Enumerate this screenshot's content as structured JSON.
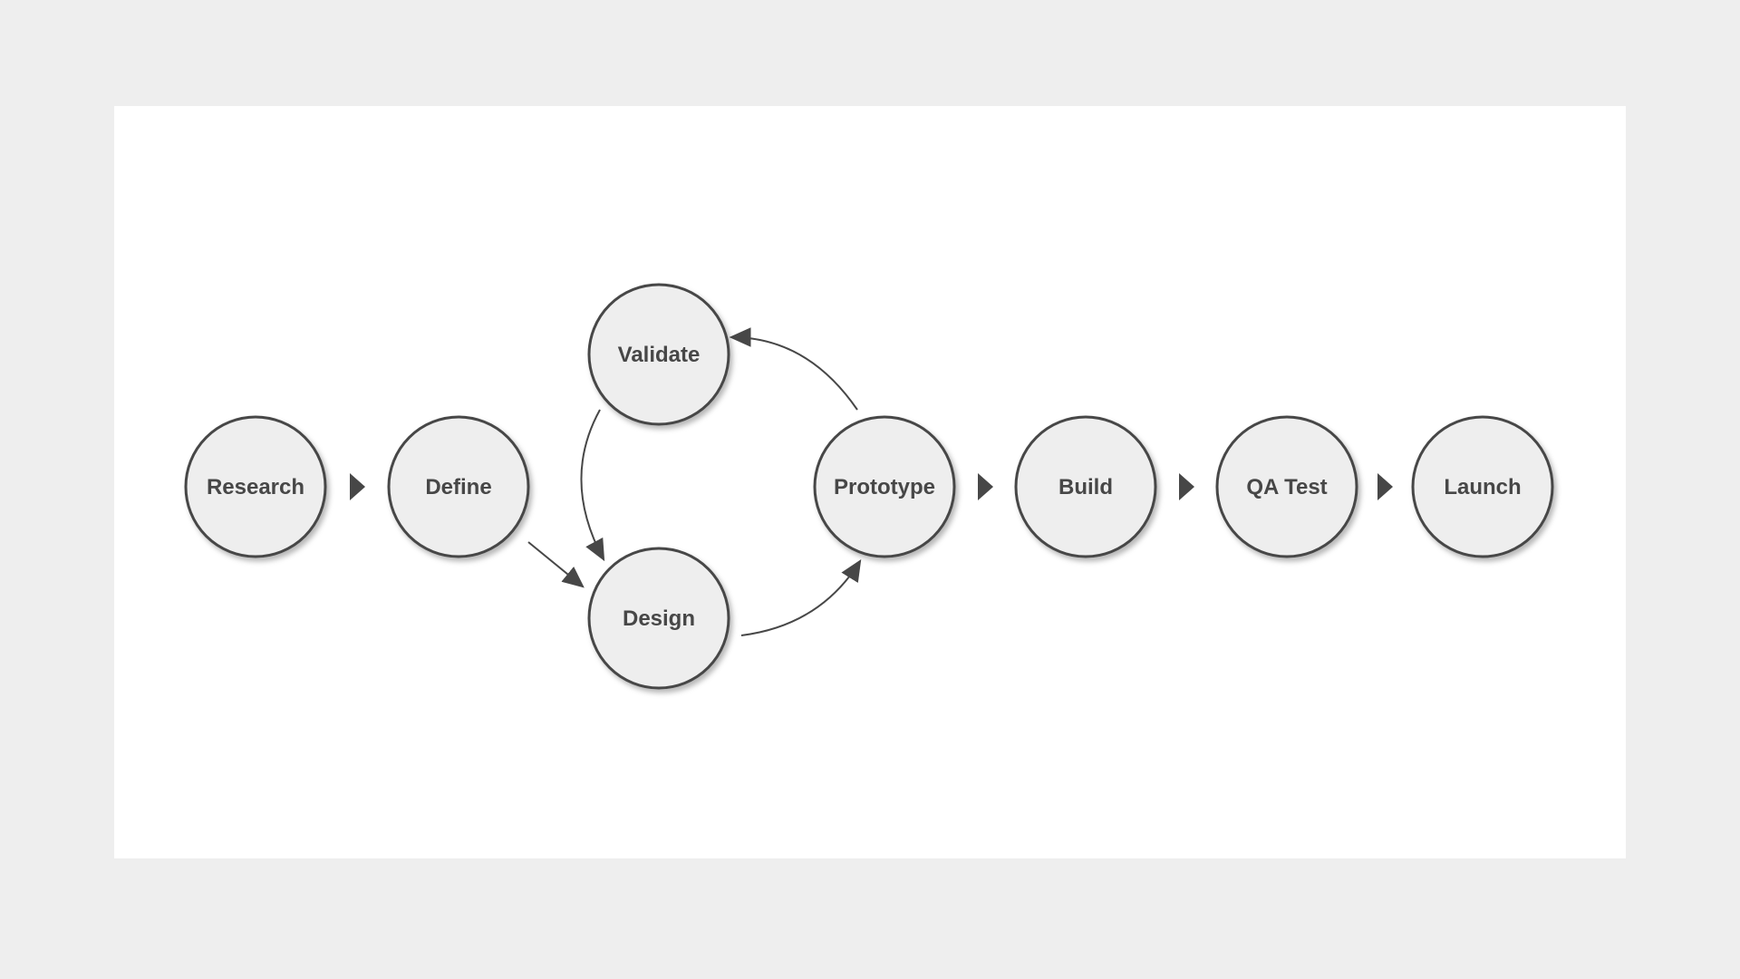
{
  "colors": {
    "page_background": "#eeeeee",
    "canvas_background": "#ffffff",
    "node_fill": "#eeeeee",
    "node_stroke": "#474747",
    "connector": "#474747",
    "text": "#474747"
  },
  "diagram": {
    "nodes": [
      {
        "id": "research",
        "label": "Research"
      },
      {
        "id": "define",
        "label": "Define"
      },
      {
        "id": "validate",
        "label": "Validate"
      },
      {
        "id": "design",
        "label": "Design"
      },
      {
        "id": "prototype",
        "label": "Prototype"
      },
      {
        "id": "build",
        "label": "Build"
      },
      {
        "id": "qa-test",
        "label": "QA Test"
      },
      {
        "id": "launch",
        "label": "Launch"
      }
    ],
    "edges": [
      {
        "from": "research",
        "to": "define",
        "style": "chevron"
      },
      {
        "from": "define",
        "to": "design",
        "style": "arrow"
      },
      {
        "from": "design",
        "to": "prototype",
        "style": "curved-arrow"
      },
      {
        "from": "prototype",
        "to": "validate",
        "style": "curved-arrow"
      },
      {
        "from": "validate",
        "to": "design",
        "style": "curved-arrow"
      },
      {
        "from": "prototype",
        "to": "build",
        "style": "chevron"
      },
      {
        "from": "build",
        "to": "qa-test",
        "style": "chevron"
      },
      {
        "from": "qa-test",
        "to": "launch",
        "style": "chevron"
      }
    ]
  }
}
